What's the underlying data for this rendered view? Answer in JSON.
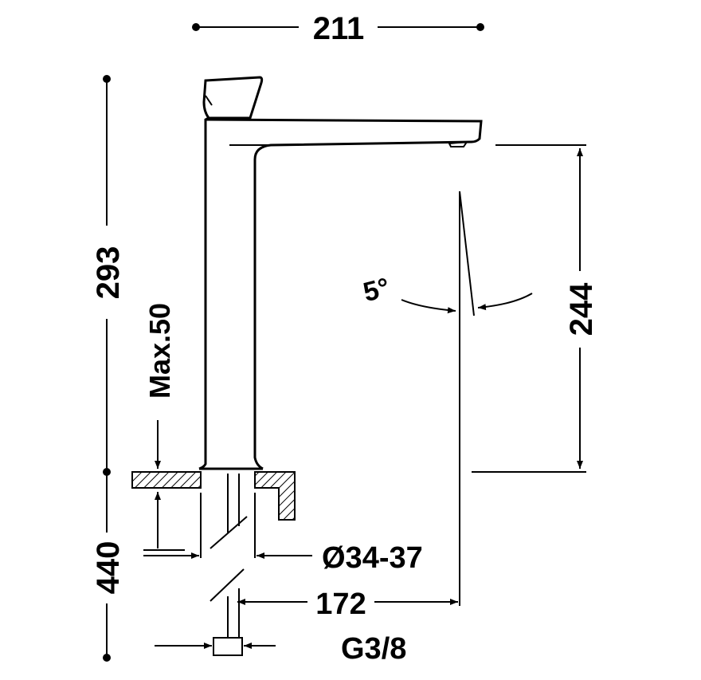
{
  "drawing": {
    "dimensions": {
      "overall_width": "211",
      "overall_height": "293",
      "spout_height": "244",
      "below_counter": "440",
      "max_counter": "Max.50",
      "hole_diameter": "Ø34-37",
      "spout_reach": "172",
      "connection_thread": "G3/8",
      "tilt_angle": "5°"
    },
    "colors": {
      "line": "#000000",
      "background": "#ffffff"
    }
  }
}
